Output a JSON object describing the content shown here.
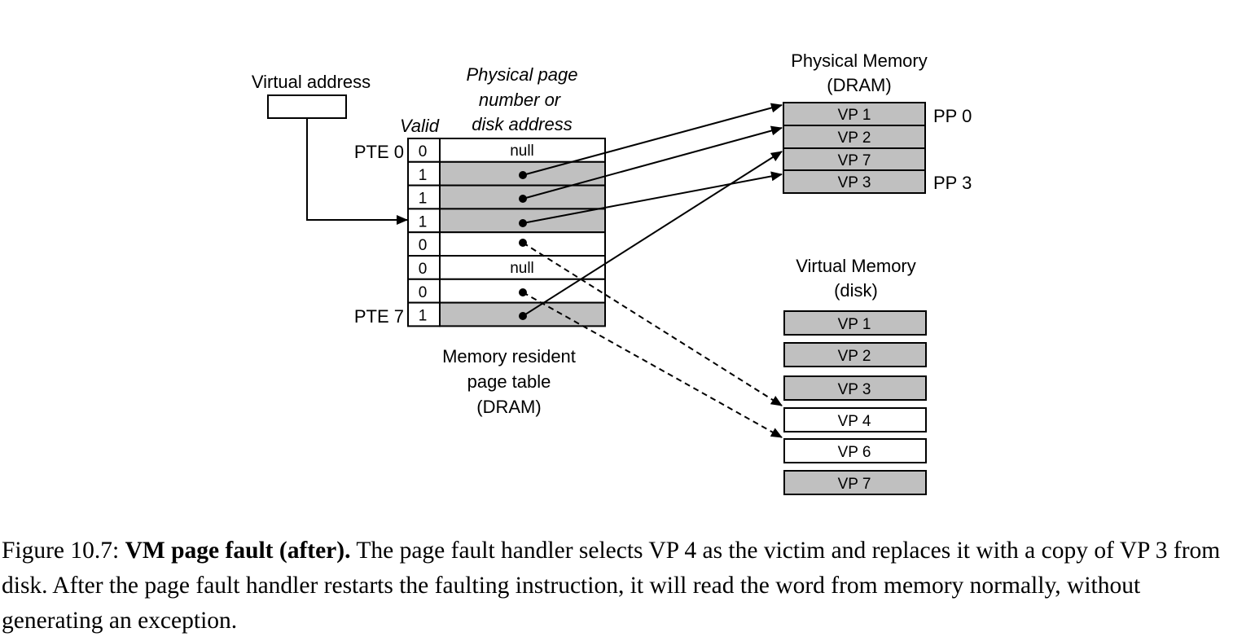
{
  "labels": {
    "virtual_address": "Virtual address",
    "ppn_line1": "Physical page",
    "ppn_line2": "number or",
    "ppn_line3": "disk address",
    "valid": "Valid",
    "pte0": "PTE 0",
    "pte7": "PTE 7",
    "pt_line1": "Memory resident",
    "pt_line2": "page table",
    "pt_line3": "(DRAM)",
    "pm_line1": "Physical Memory",
    "pm_line2": "(DRAM)",
    "pp0": "PP 0",
    "pp3": "PP 3",
    "vm_line1": "Virtual Memory",
    "vm_line2": "(disk)"
  },
  "page_table": [
    {
      "valid": "0",
      "content": "null"
    },
    {
      "valid": "1",
      "content": ""
    },
    {
      "valid": "1",
      "content": ""
    },
    {
      "valid": "1",
      "content": ""
    },
    {
      "valid": "0",
      "content": ""
    },
    {
      "valid": "0",
      "content": "null"
    },
    {
      "valid": "0",
      "content": ""
    },
    {
      "valid": "1",
      "content": ""
    }
  ],
  "physical_memory": [
    "VP 1",
    "VP 2",
    "VP 7",
    "VP 3"
  ],
  "virtual_memory": [
    "VP 1",
    "VP 2",
    "VP 3",
    "VP 4",
    "VP 6",
    "VP 7"
  ],
  "caption": {
    "prefix": "Figure 10.7: ",
    "bold": "VM page fault (after).",
    "text": " The page fault handler selects VP 4 as the victim and replaces it with a copy of VP 3 from disk. After the page fault handler restarts the faulting instruction, it will read the word from memory normally, without generating an exception."
  },
  "colors": {
    "shaded": "#c0c0c0",
    "line": "#000000"
  }
}
